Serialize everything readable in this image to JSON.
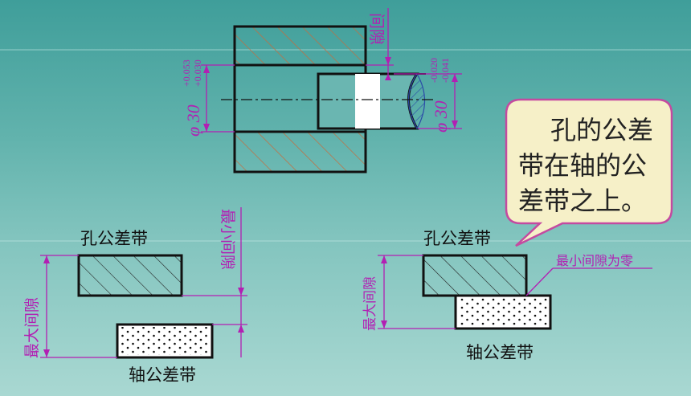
{
  "top_figure": {
    "gap_label": "间隙",
    "hole_dim": {
      "prefix": "φ 30",
      "upper": "+0.053",
      "lower": "+0.030"
    },
    "shaft_dim": {
      "prefix": "φ 30",
      "upper": "-0.020",
      "lower": "-0.041"
    }
  },
  "callout": {
    "lines": [
      "孔的公差",
      "带在轴的公",
      "差带之上。"
    ]
  },
  "left_scheme": {
    "hole_label": "孔公差带",
    "shaft_label": "轴公差带",
    "max_gap_label": "最大间隙",
    "min_gap_label": "最小间隙"
  },
  "right_scheme": {
    "hole_label": "孔公差带",
    "shaft_label": "轴公差带",
    "max_gap_label": "最大间隙",
    "min_gap_zero_label": "最小间隙为零"
  },
  "colors": {
    "annotation": "#b21fb3",
    "hatch_section": "#c76a3a",
    "shaft_hatch": "#2b4aa8",
    "callout_fill": "#f6f0c8",
    "callout_border": "#c44aa0"
  }
}
